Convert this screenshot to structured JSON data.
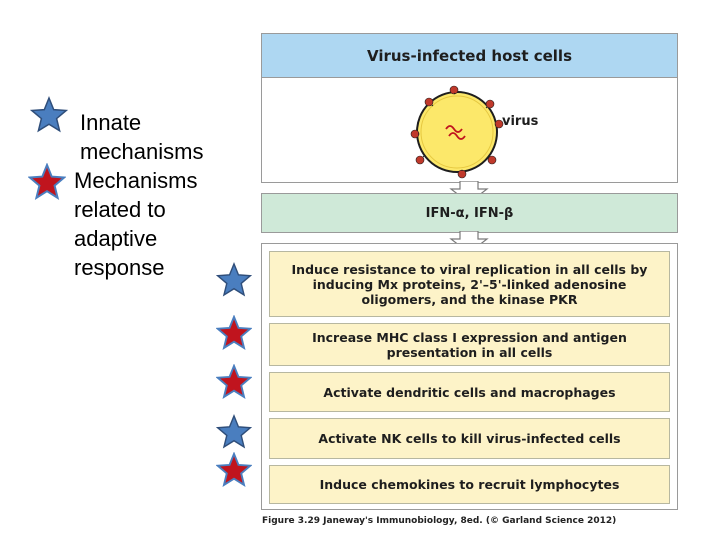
{
  "legend": {
    "innate_lines": [
      "Innate",
      "mechanisms"
    ],
    "adaptive_lines": [
      "Mechanisms",
      "related to",
      "adaptive",
      "response"
    ]
  },
  "figure": {
    "header": "Virus-infected host cells",
    "virus_label": "virus",
    "ifn_label": "IFN-α, IFN-β",
    "effects": [
      {
        "text": "Induce resistance to viral replication in all cells by inducing Mx proteins, 2'–5'-linked adenosine oligomers, and the kinase PKR",
        "marker": "innate"
      },
      {
        "text": "Increase MHC class I expression and antigen presentation in all cells",
        "marker": "adaptive"
      },
      {
        "text": "Activate dendritic cells and macrophages",
        "marker": "adaptive"
      },
      {
        "text": "Activate NK cells to kill virus-infected cells",
        "marker": "innate"
      },
      {
        "text": "Induce chemokines to recruit lymphocytes",
        "marker": "adaptive"
      }
    ],
    "caption": "Figure 3.29 Janeway's Immunobiology, 8ed. (© Garland Science 2012)"
  },
  "colors": {
    "innate_star": "#4a7ebf",
    "adaptive_star": "#c0141e",
    "header_fill": "#aed7f2",
    "ifn_fill": "#cfe9d8",
    "effect_fill": "#fdf3c8",
    "cell_fill": "#fce86a",
    "virus_fill": "#c0392b"
  }
}
